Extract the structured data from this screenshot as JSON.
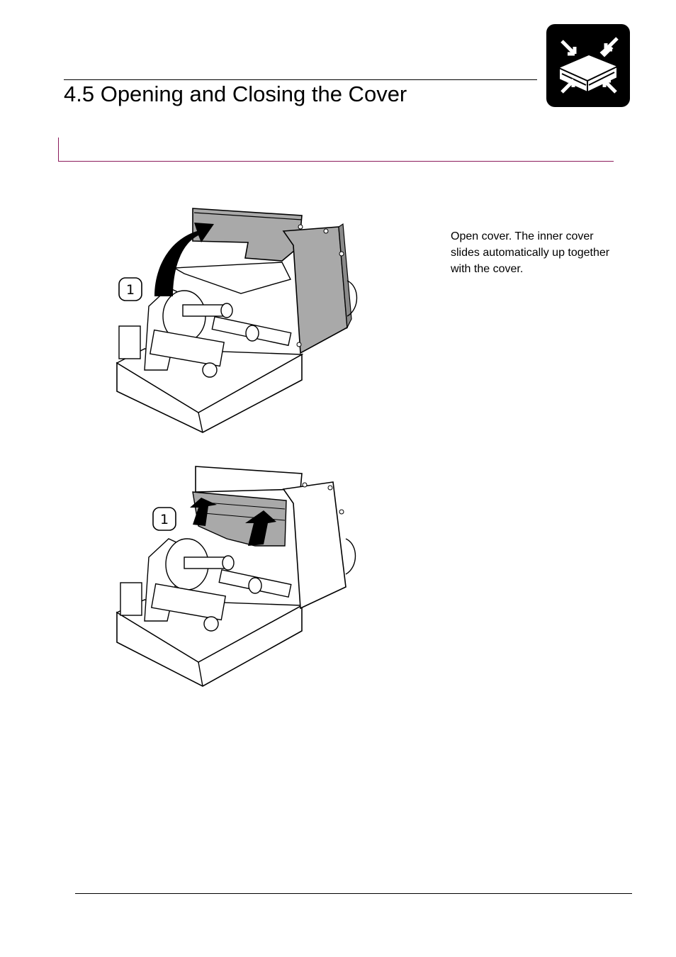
{
  "header": {
    "title": "4.5 Opening and Closing the Cover",
    "icon": "printer-cover-icon"
  },
  "figures": [
    {
      "callout": "1",
      "depicts": "printer-cover-open-icon"
    },
    {
      "callout": "1",
      "depicts": "printer-inner-cover-icon"
    }
  ],
  "steps": [
    {
      "text": "Open cover. The inner cover slides automatically up together with the cover."
    }
  ],
  "colors": {
    "section_rule": "#8b1a5b",
    "icon_background": "#000000",
    "cover_fill": "#a9a9a9"
  }
}
